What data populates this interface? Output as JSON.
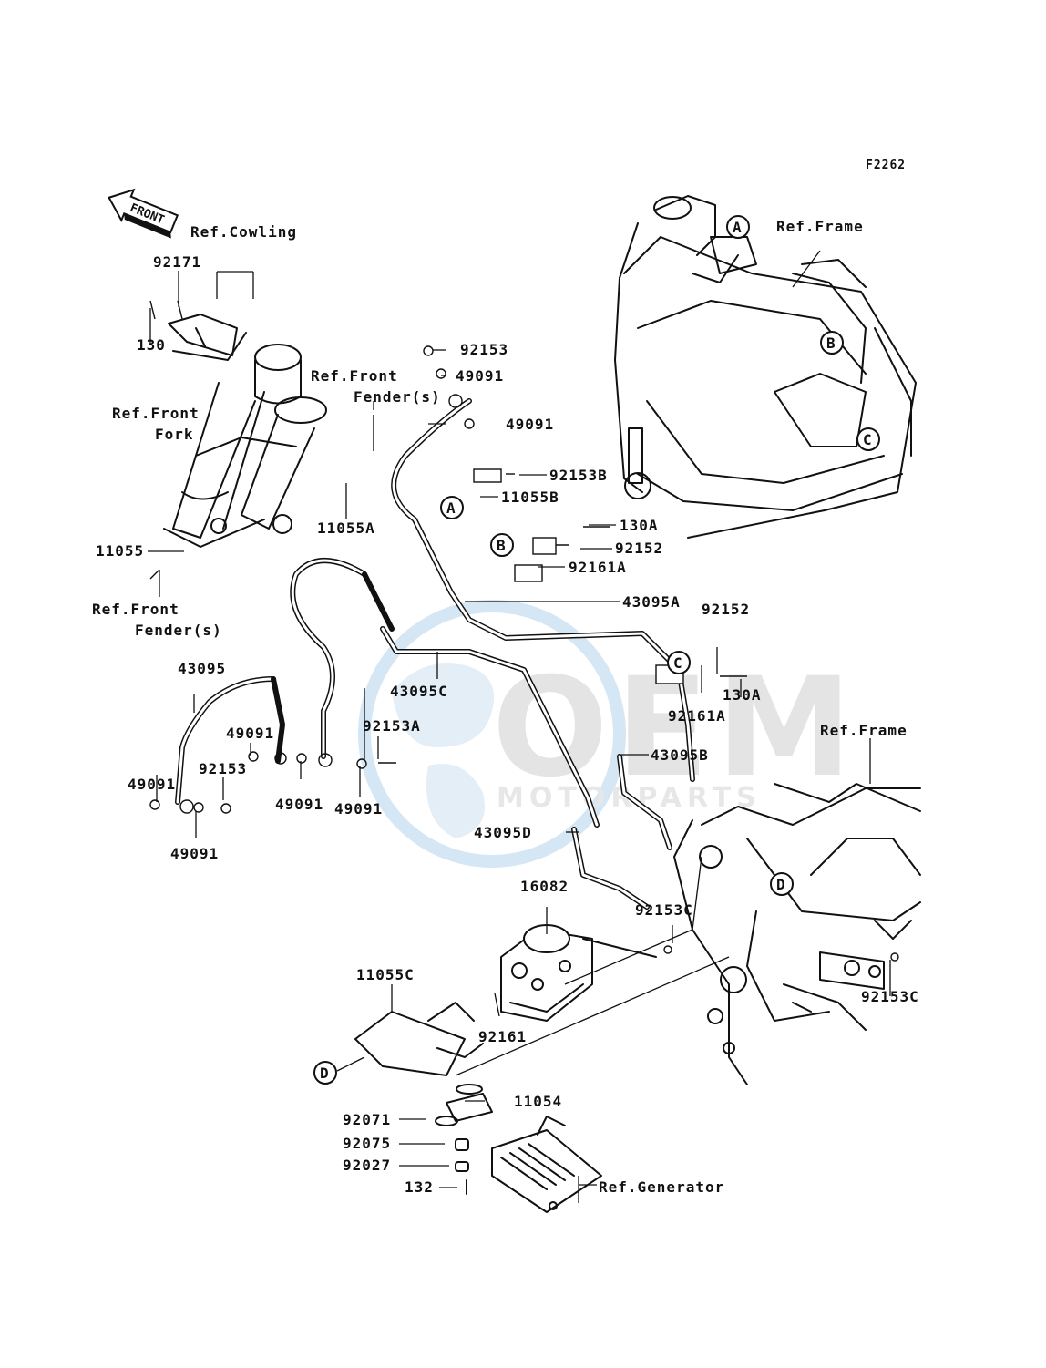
{
  "figure_code": "F2262",
  "front_arrow": "FRONT",
  "watermark": {
    "main": "OEM",
    "sub": "MOTORPARTS",
    "color_blue": "#7fb2dd",
    "color_gray": "#cfcfcf"
  },
  "callouts": {
    "a": "A",
    "b": "B",
    "c": "C",
    "d": "D"
  },
  "labels": {
    "ref_cowling": "Ref.Cowling",
    "p92171": "92171",
    "p130": "130",
    "ref_front_fork_1": "Ref.Front",
    "ref_front_fork_2": "Fork",
    "ref_front_fender_top_1": "Ref.Front",
    "ref_front_fender_top_2": "Fender(s)",
    "p11055a": "11055A",
    "p11055": "11055",
    "ref_front_fender_bot_1": "Ref.Front",
    "ref_front_fender_bot_2": "Fender(s)",
    "p92153_top": "92153",
    "p49091_top1": "49091",
    "p49091_top2": "49091",
    "p92153b": "92153B",
    "p11055b": "11055B",
    "p130a_top": "130A",
    "p92152_top": "92152",
    "p92161a_top": "92161A",
    "p43095a": "43095A",
    "p92152_mid": "92152",
    "p130a_mid": "130A",
    "p92161a_mid": "92161A",
    "p43095b": "43095B",
    "p43095": "43095",
    "p49091_l1": "49091",
    "p49091_l2": "49091",
    "p92153_left": "92153",
    "p49091_l3": "49091",
    "p49091_l4": "49091",
    "p92153a": "92153A",
    "p49091_l5": "49091",
    "p43095c": "43095C",
    "p43095d": "43095D",
    "p16082": "16082",
    "p92153c_mid": "92153C",
    "p92153c_right": "92153C",
    "p11055c": "11055C",
    "p92161": "92161",
    "p11054": "11054",
    "p92071": "92071",
    "p92075": "92075",
    "p92027": "92027",
    "p132": "132",
    "ref_generator": "Ref.Generator",
    "ref_frame_top": "Ref.Frame",
    "ref_frame_mid": "Ref.Frame"
  }
}
